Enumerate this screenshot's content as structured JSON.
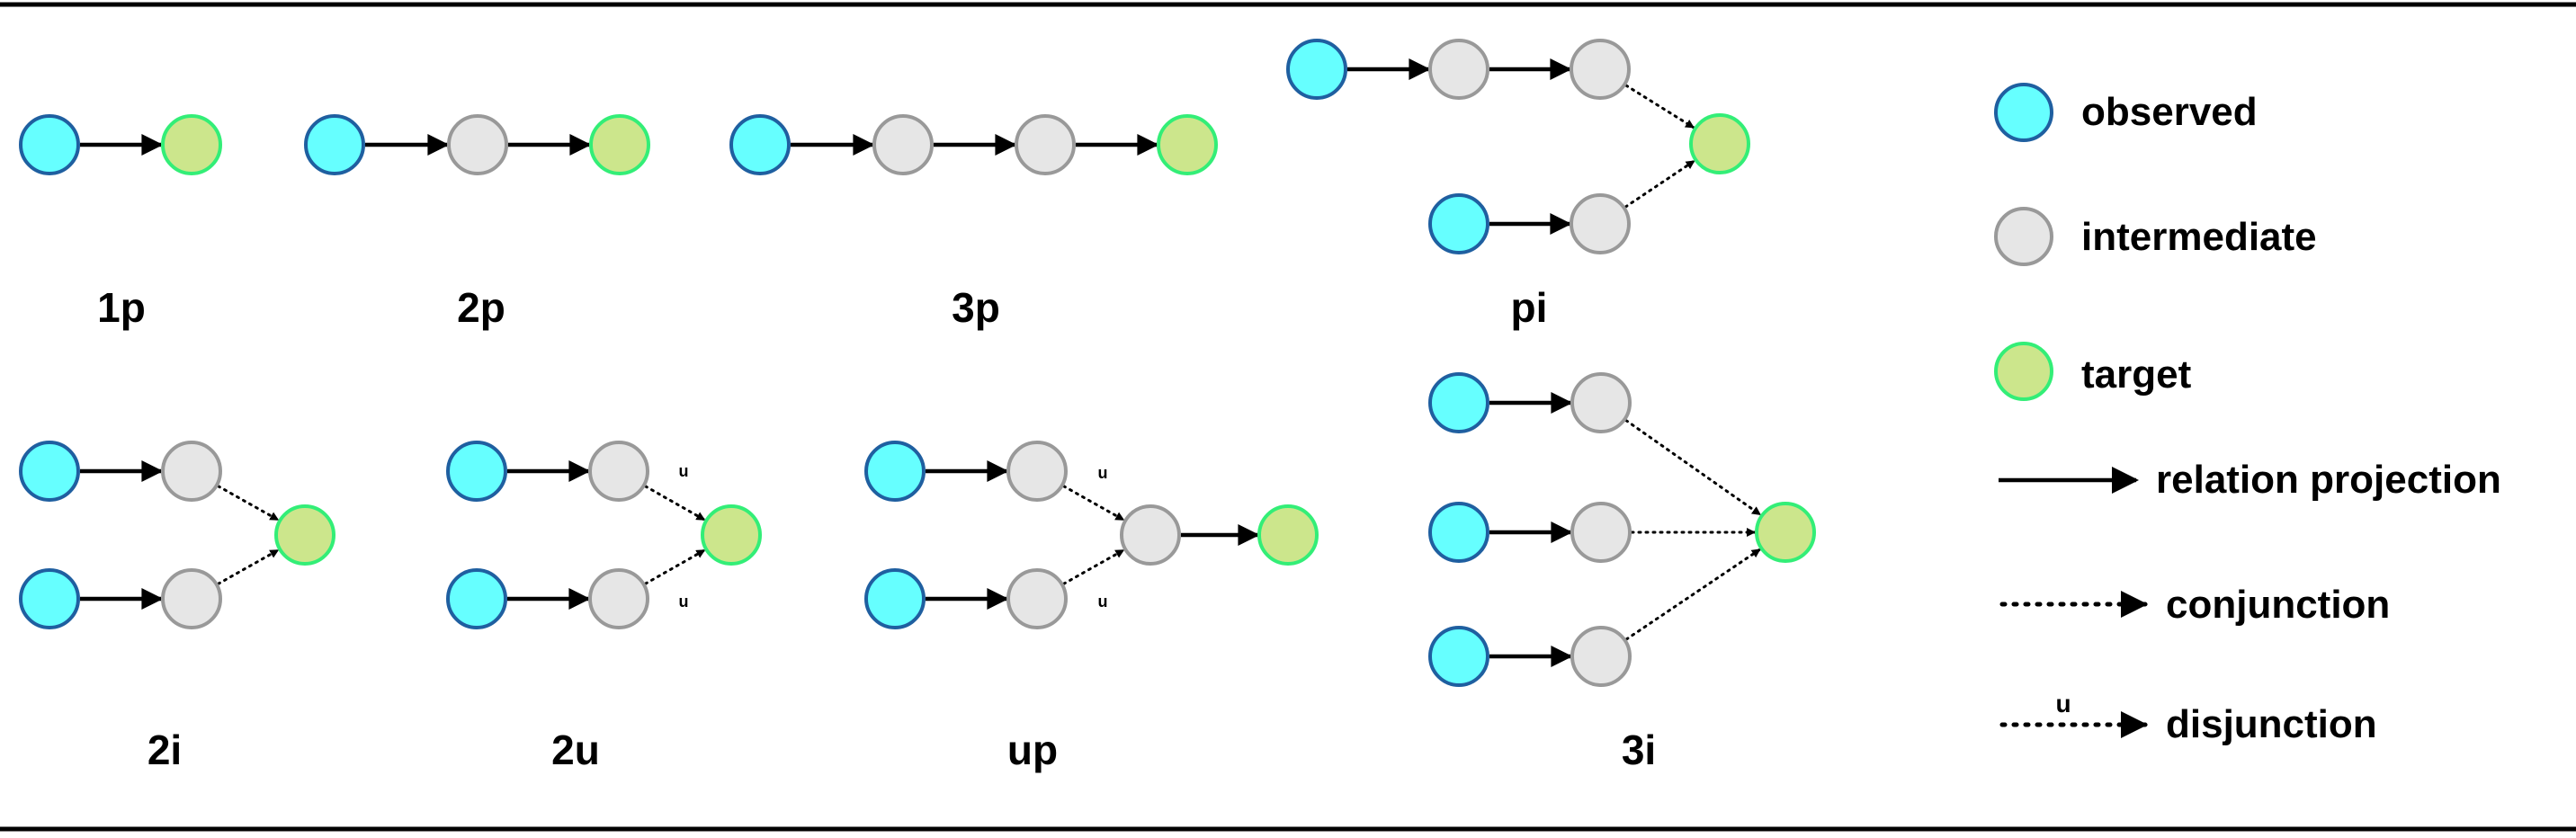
{
  "colors": {
    "observed_fill": "#66FFFF",
    "observed_stroke": "#1F5FA0",
    "intermediate_fill": "#E6E6E6",
    "intermediate_stroke": "#999999",
    "target_fill": "#CCE68C",
    "target_stroke": "#33EE77",
    "edge": "#000000",
    "rule": "#000000"
  },
  "queries": [
    {
      "id": "1p",
      "label": "1p"
    },
    {
      "id": "2p",
      "label": "2p"
    },
    {
      "id": "3p",
      "label": "3p"
    },
    {
      "id": "pi",
      "label": "pi"
    },
    {
      "id": "2i",
      "label": "2i"
    },
    {
      "id": "2u",
      "label": "2u"
    },
    {
      "id": "up",
      "label": "up"
    },
    {
      "id": "3i",
      "label": "3i"
    }
  ],
  "union_mark": "u",
  "legend": {
    "observed": "observed",
    "intermediate": "intermediate",
    "target": "target",
    "relation_projection": "relation projection",
    "conjunction": "conjunction",
    "disjunction": "disjunction",
    "disjunction_mark": "u"
  }
}
